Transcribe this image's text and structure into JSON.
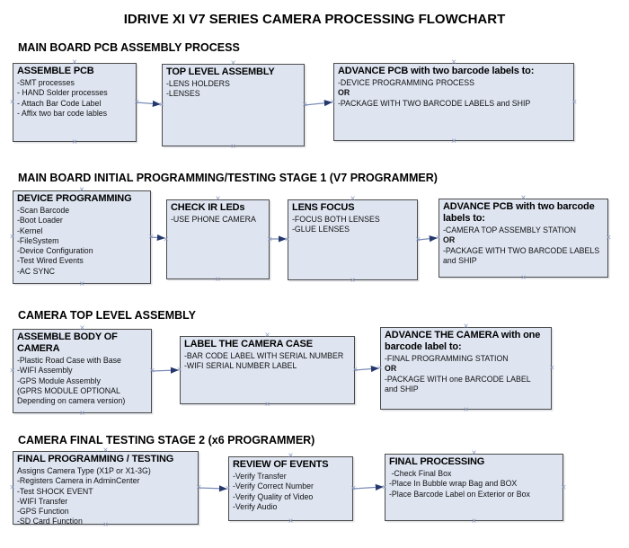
{
  "title": "IDRIVE XI V7 SERIES CAMERA PROCESSING FLOWCHART",
  "colors": {
    "box_fill": "#dee5f1",
    "box_border": "#4a4a4a",
    "arrow_line": "#7c8db8",
    "arrow_head": "#24386c",
    "handle": "#8f9dc1",
    "text": "#111111"
  },
  "sections": [
    {
      "header": "MAIN BOARD PCB ASSEMBLY PROCESS",
      "boxes": [
        {
          "title": "ASSEMBLE PCB",
          "lines": [
            "-SMT processes",
            "- HAND Solder processes",
            "- Attach Bar Code Label",
            "- Affix two bar code lables"
          ]
        },
        {
          "title": "TOP LEVEL ASSEMBLY",
          "lines": [
            "-LENS HOLDERS",
            "-LENSES"
          ]
        },
        {
          "title": "ADVANCE PCB with two barcode labels to:",
          "lines": [
            "-DEVICE PROGRAMMING PROCESS",
            "OR",
            "-PACKAGE WITH TWO BARCODE LABELS and SHIP"
          ]
        }
      ]
    },
    {
      "header": "MAIN BOARD INITIAL PROGRAMMING/TESTING STAGE 1 (V7 PROGRAMMER)",
      "boxes": [
        {
          "title": "DEVICE PROGRAMMING",
          "lines": [
            "-Scan Barcode",
            "-Boot Loader",
            "-Kernel",
            "-FileSystem",
            "-Device Configuration",
            "-Test Wired Events",
            "-AC SYNC"
          ]
        },
        {
          "title": "CHECK IR LEDs",
          "lines": [
            "-USE PHONE CAMERA"
          ]
        },
        {
          "title": "LENS FOCUS",
          "lines": [
            "-FOCUS BOTH LENSES",
            "-GLUE LENSES"
          ]
        },
        {
          "title": "ADVANCE PCB with two barcode labels to:",
          "lines": [
            "-CAMERA TOP ASSEMBLY STATION",
            "OR",
            "-PACKAGE WITH TWO BARCODE LABELS",
            "and SHIP"
          ]
        }
      ]
    },
    {
      "header": "CAMERA TOP LEVEL ASSEMBLY",
      "boxes": [
        {
          "title": "ASSEMBLE BODY OF CAMERA",
          "lines": [
            "-Plastic Road Case with Base",
            "-WIFI Assembly",
            "-GPS Module Assembly",
            "(GPRS MODULE OPTIONAL",
            "Depending on camera version)"
          ]
        },
        {
          "title": "LABEL THE CAMERA CASE",
          "lines": [
            "-BAR CODE LABEL WITH SERIAL NUMBER",
            "-WIFI SERIAL NUMBER LABEL"
          ]
        },
        {
          "title": "ADVANCE THE CAMERA with one barcode label to:",
          "lines": [
            "-FINAL PROGRAMMING STATION",
            "OR",
            "-PACKAGE WITH one BARCODE LABEL",
            "and SHIP"
          ]
        }
      ]
    },
    {
      "header": "CAMERA FINAL TESTING STAGE 2 (x6 PROGRAMMER)",
      "boxes": [
        {
          "title": "FINAL PROGRAMMING / TESTING",
          "lines": [
            "Assigns Camera Type (X1P or X1-3G)",
            "-Registers Camera in AdminCenter",
            "-Test SHOCK EVENT",
            "-WIFI Transfer",
            "-GPS Function",
            "-SD Card Function"
          ]
        },
        {
          "title": "REVIEW OF EVENTS",
          "lines": [
            "-Verify Transfer",
            "-Verify Correct Number",
            "-Verify Quality of Video",
            "-Verify Audio"
          ]
        },
        {
          "title": "FINAL PROCESSING",
          "lines": [
            " -Check Final Box",
            "-Place In Bubble wrap Bag and BOX",
            "-Place Barcode Label on Exterior or Box"
          ]
        }
      ]
    }
  ]
}
